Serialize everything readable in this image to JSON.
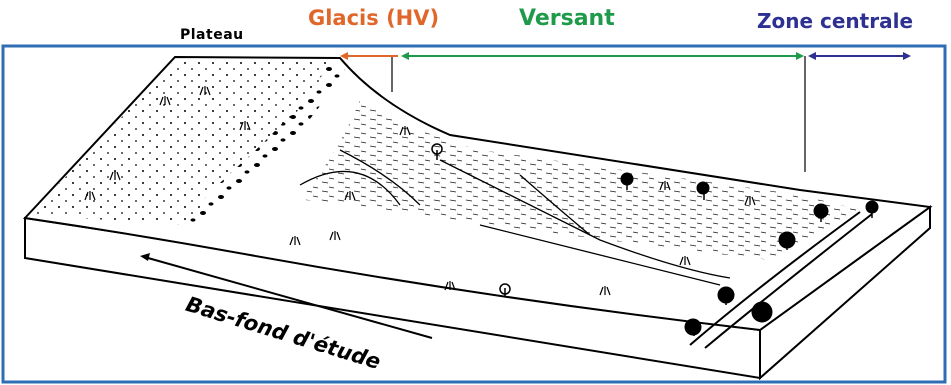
{
  "labels": {
    "plateau": "Plateau",
    "glacis": "Glacis (HV)",
    "versant": "Versant",
    "zone_centrale": "Zone centrale",
    "bas_fond": "Bas-fond d'étude"
  },
  "colors": {
    "frame": "#2f6db5",
    "plateau": "#000000",
    "glacis": "#e0662a",
    "versant": "#1f9a4a",
    "zone_centrale": "#2e3192",
    "ink": "#000000"
  }
}
